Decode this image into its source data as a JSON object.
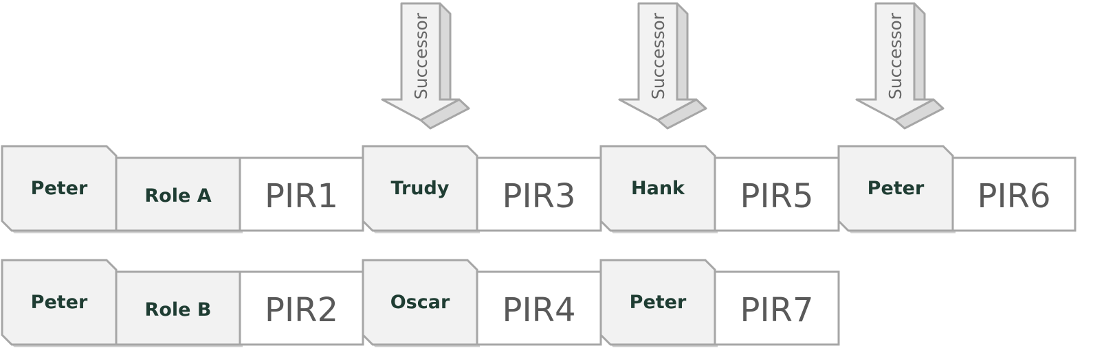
{
  "rows": [
    {
      "cells": [
        {
          "kind": "person",
          "label": "Peter"
        },
        {
          "kind": "role",
          "label": "Role A"
        },
        {
          "kind": "pir",
          "label": "PIR1"
        },
        {
          "kind": "person",
          "label": "Trudy"
        },
        {
          "kind": "pir",
          "label": "PIR3"
        },
        {
          "kind": "person",
          "label": "Hank"
        },
        {
          "kind": "pir",
          "label": "PIR5"
        },
        {
          "kind": "person",
          "label": "Peter"
        },
        {
          "kind": "pir",
          "label": "PIR6"
        }
      ]
    },
    {
      "cells": [
        {
          "kind": "person",
          "label": "Peter"
        },
        {
          "kind": "role",
          "label": "Role B"
        },
        {
          "kind": "pir",
          "label": "PIR2"
        },
        {
          "kind": "person",
          "label": "Oscar"
        },
        {
          "kind": "pir",
          "label": "PIR4"
        },
        {
          "kind": "person",
          "label": "Peter"
        },
        {
          "kind": "pir",
          "label": "PIR7"
        }
      ]
    }
  ],
  "arrows": [
    {
      "label": "Successor"
    },
    {
      "label": "Successor"
    },
    {
      "label": "Successor"
    }
  ],
  "colors": {
    "border": "#a6a6a6",
    "fill_grey": "#f2f2f2",
    "name_text": "#1f3d33",
    "pir_text": "#595959"
  }
}
